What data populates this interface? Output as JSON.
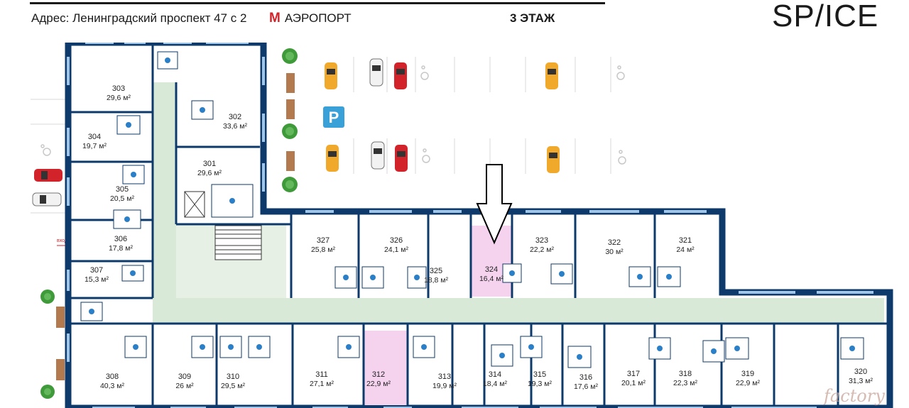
{
  "header": {
    "address": "Адрес: Ленинградский проспект 47 с 2",
    "metro_station": "АЭРОПОРТ",
    "floor": "3 ЭТАЖ",
    "logo": "SP/ICE"
  },
  "plan": {
    "entrance_label": "вход",
    "parking_label": "P",
    "colors": {
      "wall": "#0e3a6b",
      "corridor": "#d8ead7",
      "room": "#ffffff",
      "highlight": "#f5d3ef",
      "bath": "#2a7fc9",
      "parking_sign": "#3aa0d8"
    },
    "rooms": [
      {
        "num": "303",
        "area": "29,6 м²"
      },
      {
        "num": "302",
        "area": "33,6 м²"
      },
      {
        "num": "304",
        "area": "19,7 м²"
      },
      {
        "num": "301",
        "area": "29,6 м²"
      },
      {
        "num": "305",
        "area": "20,5 м²"
      },
      {
        "num": "306",
        "area": "17,8 м²"
      },
      {
        "num": "307",
        "area": "15,3 м²"
      },
      {
        "num": "327",
        "area": "25,8 м²"
      },
      {
        "num": "326",
        "area": "24,1 м²"
      },
      {
        "num": "325",
        "area": "18,8 м²"
      },
      {
        "num": "324",
        "area": "16,4 м²"
      },
      {
        "num": "323",
        "area": "22,2 м²"
      },
      {
        "num": "322",
        "area": "30 м²"
      },
      {
        "num": "321",
        "area": "24 м²"
      },
      {
        "num": "308",
        "area": "40,3 м²"
      },
      {
        "num": "309",
        "area": "26 м²"
      },
      {
        "num": "310",
        "area": "29,5 м²"
      },
      {
        "num": "311",
        "area": "27,1 м²"
      },
      {
        "num": "312",
        "area": "22,9 м²"
      },
      {
        "num": "313",
        "area": "19,9 м²"
      },
      {
        "num": "314",
        "area": "18,4 м²"
      },
      {
        "num": "315",
        "area": "19,3 м²"
      },
      {
        "num": "316",
        "area": "17,6 м²"
      },
      {
        "num": "317",
        "area": "20,1 м²"
      },
      {
        "num": "318",
        "area": "22,3 м²"
      },
      {
        "num": "319",
        "area": "22,9 м²"
      },
      {
        "num": "320",
        "area": "31,3 м²"
      }
    ]
  },
  "watermark": "factory"
}
